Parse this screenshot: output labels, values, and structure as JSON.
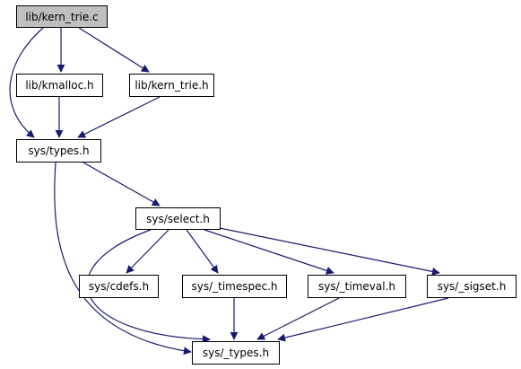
{
  "graph": {
    "nodes": [
      {
        "id": "kern_trie_c",
        "label": "lib/kern_trie.c",
        "root": true
      },
      {
        "id": "kmalloc_h",
        "label": "lib/kmalloc.h"
      },
      {
        "id": "kern_trie_h",
        "label": "lib/kern_trie.h"
      },
      {
        "id": "types_h",
        "label": "sys/types.h"
      },
      {
        "id": "select_h",
        "label": "sys/select.h"
      },
      {
        "id": "cdefs_h",
        "label": "sys/cdefs.h"
      },
      {
        "id": "timespec_h",
        "label": "sys/_timespec.h"
      },
      {
        "id": "timeval_h",
        "label": "sys/_timeval.h"
      },
      {
        "id": "sigset_h",
        "label": "sys/_sigset.h"
      },
      {
        "id": "_types_h",
        "label": "sys/_types.h"
      }
    ],
    "edges": [
      {
        "from": "kern_trie_c",
        "to": "kmalloc_h"
      },
      {
        "from": "kern_trie_c",
        "to": "kern_trie_h"
      },
      {
        "from": "kern_trie_c",
        "to": "types_h"
      },
      {
        "from": "kmalloc_h",
        "to": "types_h"
      },
      {
        "from": "kern_trie_h",
        "to": "types_h"
      },
      {
        "from": "types_h",
        "to": "select_h"
      },
      {
        "from": "types_h",
        "to": "_types_h"
      },
      {
        "from": "select_h",
        "to": "cdefs_h"
      },
      {
        "from": "select_h",
        "to": "timespec_h"
      },
      {
        "from": "select_h",
        "to": "timeval_h"
      },
      {
        "from": "select_h",
        "to": "sigset_h"
      },
      {
        "from": "select_h",
        "to": "_types_h"
      },
      {
        "from": "timespec_h",
        "to": "_types_h"
      },
      {
        "from": "timeval_h",
        "to": "_types_h"
      },
      {
        "from": "sigset_h",
        "to": "_types_h"
      }
    ],
    "edge_color": "#191970"
  }
}
